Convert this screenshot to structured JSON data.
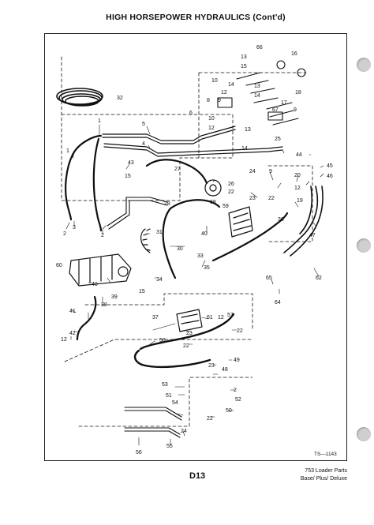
{
  "title": "HIGH HORSEPOWER HYDRAULICS (Cont'd)",
  "figure_ref": "TS—1143",
  "page_number": "D13",
  "model_line1": "753 Loader Parts",
  "model_line2": "Base/ Plus/ Deluxe",
  "callouts": [
    {
      "id": "c1",
      "text": "66"
    },
    {
      "id": "c2",
      "text": "16"
    },
    {
      "id": "c3",
      "text": "13"
    },
    {
      "id": "c4",
      "text": "15"
    },
    {
      "id": "c5",
      "text": "10"
    },
    {
      "id": "c6",
      "text": "14"
    },
    {
      "id": "c7",
      "text": "12"
    },
    {
      "id": "c8",
      "text": "32"
    },
    {
      "id": "c9",
      "text": "8"
    },
    {
      "id": "c10",
      "text": "9"
    },
    {
      "id": "c11",
      "text": "13"
    },
    {
      "id": "c12",
      "text": "14"
    },
    {
      "id": "c13",
      "text": "18"
    },
    {
      "id": "c14",
      "text": "17"
    },
    {
      "id": "c15",
      "text": "67"
    },
    {
      "id": "c16",
      "text": "9"
    },
    {
      "id": "c17",
      "text": "6"
    },
    {
      "id": "c18",
      "text": "1"
    },
    {
      "id": "c19",
      "text": "5"
    },
    {
      "id": "c20",
      "text": "4"
    },
    {
      "id": "c21",
      "text": "10"
    },
    {
      "id": "c22",
      "text": "12"
    },
    {
      "id": "c23",
      "text": "13"
    },
    {
      "id": "c24",
      "text": "1"
    },
    {
      "id": "c25",
      "text": "14"
    },
    {
      "id": "c26",
      "text": "25"
    },
    {
      "id": "c27",
      "text": "44"
    },
    {
      "id": "c28",
      "text": "45"
    },
    {
      "id": "c29",
      "text": "46"
    },
    {
      "id": "c30",
      "text": "43"
    },
    {
      "id": "c31",
      "text": "27"
    },
    {
      "id": "c32",
      "text": "24"
    },
    {
      "id": "c33",
      "text": "9"
    },
    {
      "id": "c34",
      "text": "20"
    },
    {
      "id": "c35",
      "text": "26"
    },
    {
      "id": "c36",
      "text": "22"
    },
    {
      "id": "c37",
      "text": "12"
    },
    {
      "id": "c38",
      "text": "23"
    },
    {
      "id": "c39",
      "text": "22"
    },
    {
      "id": "c40",
      "text": "15"
    },
    {
      "id": "c41",
      "text": "68"
    },
    {
      "id": "c42",
      "text": "59"
    },
    {
      "id": "c43",
      "text": "19"
    },
    {
      "id": "c44",
      "text": "28"
    },
    {
      "id": "c45",
      "text": "36"
    },
    {
      "id": "c46",
      "text": "2"
    },
    {
      "id": "c47",
      "text": "3"
    },
    {
      "id": "c48",
      "text": "2"
    },
    {
      "id": "c49",
      "text": "31"
    },
    {
      "id": "c50",
      "text": "40"
    },
    {
      "id": "c51",
      "text": "47"
    },
    {
      "id": "c52",
      "text": "60"
    },
    {
      "id": "c53",
      "text": "33"
    },
    {
      "id": "c54",
      "text": "30"
    },
    {
      "id": "c55",
      "text": "35"
    },
    {
      "id": "c56",
      "text": "34"
    },
    {
      "id": "c57",
      "text": "65"
    },
    {
      "id": "c58",
      "text": "62"
    },
    {
      "id": "c59",
      "text": "40"
    },
    {
      "id": "c60",
      "text": "39"
    },
    {
      "id": "c61",
      "text": "15"
    },
    {
      "id": "c62",
      "text": "64"
    },
    {
      "id": "c63",
      "text": "41"
    },
    {
      "id": "c64",
      "text": "38"
    },
    {
      "id": "c65",
      "text": "37"
    },
    {
      "id": "c66",
      "text": "61"
    },
    {
      "id": "c67",
      "text": "12"
    },
    {
      "id": "c68",
      "text": "57"
    },
    {
      "id": "c69",
      "text": "42"
    },
    {
      "id": "c70",
      "text": "22"
    },
    {
      "id": "c71",
      "text": "23"
    },
    {
      "id": "c72",
      "text": "12"
    },
    {
      "id": "c73",
      "text": "58"
    },
    {
      "id": "c74",
      "text": "22"
    },
    {
      "id": "c75",
      "text": "49"
    },
    {
      "id": "c76",
      "text": "23"
    },
    {
      "id": "c77",
      "text": "48"
    },
    {
      "id": "c78",
      "text": "53"
    },
    {
      "id": "c79",
      "text": "51"
    },
    {
      "id": "c80",
      "text": "2"
    },
    {
      "id": "c81",
      "text": "52"
    },
    {
      "id": "c82",
      "text": "54"
    },
    {
      "id": "c83",
      "text": "50"
    },
    {
      "id": "c84",
      "text": "22"
    },
    {
      "id": "c85",
      "text": "24"
    },
    {
      "id": "c86",
      "text": "56"
    },
    {
      "id": "c87",
      "text": "55"
    }
  ]
}
